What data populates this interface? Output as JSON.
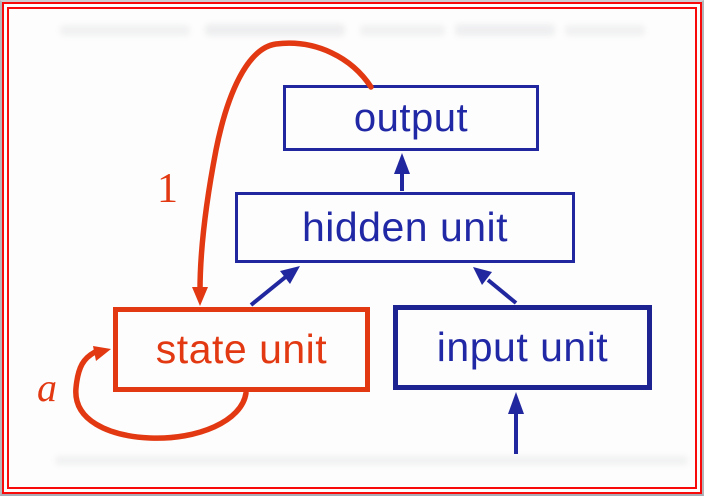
{
  "page": {
    "kind": "slide with recurrent network diagram"
  },
  "colors": {
    "blue": "#21279e",
    "red": "#e23912",
    "frame_red": "#f90a0a",
    "frame_gray": "#b3b4b8",
    "background": "#fdfdfd"
  },
  "diagram": {
    "nodes": [
      {
        "id": "output",
        "label": "output",
        "accent": "blue"
      },
      {
        "id": "hidden-unit",
        "label": "hidden unit",
        "accent": "blue"
      },
      {
        "id": "state-unit",
        "label": "state unit",
        "accent": "red"
      },
      {
        "id": "input-unit",
        "label": "input unit",
        "accent": "blue"
      }
    ],
    "edges": [
      {
        "from": "hidden-unit",
        "to": "output",
        "style": "blue-arrow"
      },
      {
        "from": "state-unit",
        "to": "hidden-unit",
        "style": "blue-arrow"
      },
      {
        "from": "input-unit",
        "to": "hidden-unit",
        "style": "blue-arrow"
      },
      {
        "from": "external-input",
        "to": "input-unit",
        "style": "blue-arrow"
      },
      {
        "from": "output",
        "to": "state-unit",
        "style": "red-curved-arrow",
        "label": "1"
      },
      {
        "from": "state-unit",
        "to": "state-unit",
        "style": "red-self-loop",
        "label": "a"
      }
    ],
    "edge_labels": {
      "output_to_state_weight": "1",
      "state_self_loop_weight": "a"
    }
  }
}
